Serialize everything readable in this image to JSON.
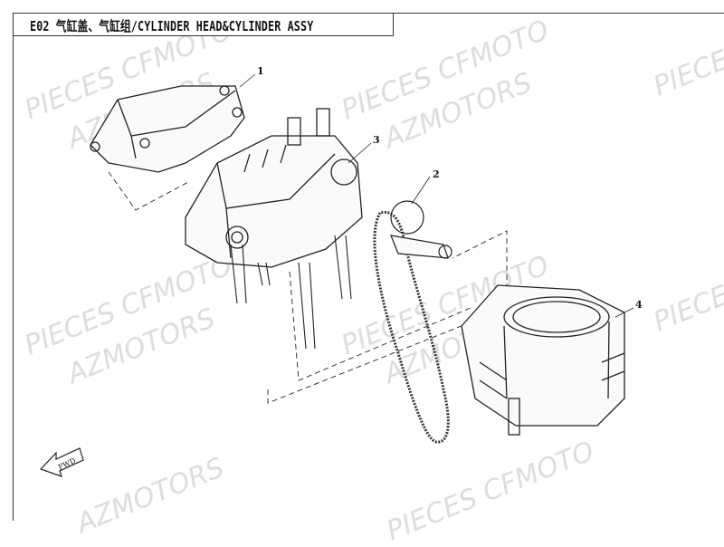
{
  "title": "E02 气缸盖、气缸组/CYLINDER HEAD&CYLINDER ASSY",
  "watermark": {
    "line1": "PIECES CFMOTO",
    "line2": "AZMOTORS"
  },
  "callouts": [
    "1",
    "2",
    "3",
    "4"
  ],
  "fwd_label": "FWD"
}
